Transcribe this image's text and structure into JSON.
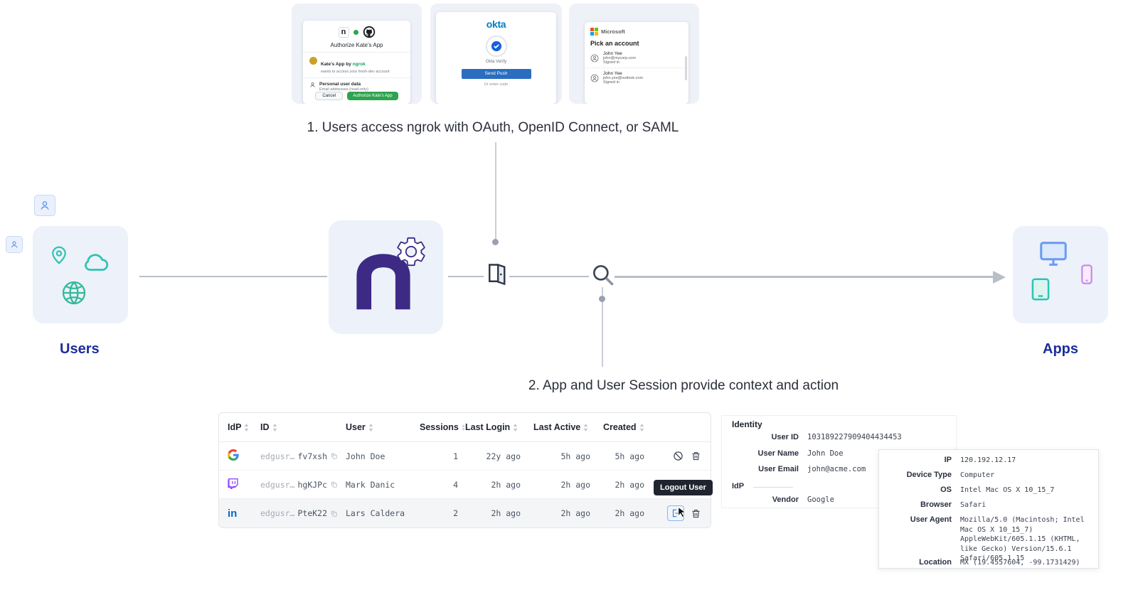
{
  "steps": {
    "step1": "1. Users access ngrok with OAuth, OpenID Connect, or SAML",
    "step2": "2. App and User Session provide context and action"
  },
  "flow": {
    "users_label": "Users",
    "apps_label": "Apps"
  },
  "screens": {
    "github": {
      "title": "Authorize Kate's App",
      "app_line_main": "Kate's App by",
      "app_line_vendor": "ngrok",
      "app_sub": "wants to access your fresh-dev account",
      "scope_title": "Personal user data",
      "scope_sub": "Email addresses (read-only)",
      "cancel_label": "Cancel",
      "authorize_label": "Authorize Kate's App",
      "n_glyph": "n"
    },
    "okta": {
      "brand": "okta",
      "verify_label": "Okta Verify",
      "button_label": "Send Push",
      "alt_link": "Or enter code"
    },
    "microsoft": {
      "brand": "Microsoft",
      "title": "Pick an account",
      "accounts": [
        {
          "name": "John Yee",
          "email": "john@mycorp.com",
          "status": "Signed in"
        },
        {
          "name": "John Yee",
          "email": "john.yee@outlook.com",
          "status": "Signed in"
        }
      ]
    }
  },
  "table": {
    "headers": [
      "IdP",
      "ID",
      "User",
      "Sessions",
      "Last Login",
      "Last Active",
      "Created"
    ],
    "rows": [
      {
        "idp": "Google",
        "id_prefix": "edgusr…",
        "id_suffix": "fv7xsh",
        "user": "John Doe",
        "sessions": "1",
        "last_login": "22y ago",
        "last_active": "5h ago",
        "created": "5h ago"
      },
      {
        "idp": "Twitch",
        "id_prefix": "edgusr…",
        "id_suffix": "hgKJPc",
        "user": "Mark Danic",
        "sessions": "4",
        "last_login": "2h ago",
        "last_active": "2h ago",
        "created": "2h ago"
      },
      {
        "idp": "LinkedIn",
        "id_prefix": "edgusr…",
        "id_suffix": "PteK22",
        "user": "Lars Caldera",
        "sessions": "2",
        "last_login": "2h ago",
        "last_active": "2h ago",
        "created": "2h ago"
      }
    ],
    "tooltip": "Logout User"
  },
  "identity_panel": {
    "title": "Identity",
    "fields": [
      {
        "label": "User ID",
        "value": "103189227909404434453"
      },
      {
        "label": "User Name",
        "value": "John Doe"
      },
      {
        "label": "User Email",
        "value": "john@acme.com"
      }
    ],
    "idp_label": "IdP",
    "vendor_label": "Vendor",
    "vendor_value": "Google"
  },
  "device_panel": {
    "fields": [
      {
        "label": "IP",
        "value": "120.192.12.17"
      },
      {
        "label": "Device Type",
        "value": "Computer"
      },
      {
        "label": "OS",
        "value": "Intel Mac OS X 10_15_7"
      },
      {
        "label": "Browser",
        "value": "Safari"
      },
      {
        "label": "User Agent",
        "value": "Mozilla/5.0 (Macintosh; Intel Mac OS X 10_15_7) AppleWebKit/605.1.15 (KHTML, like Gecko) Version/15.6.1 Safari/605.1.15"
      },
      {
        "label": "Location",
        "value": "MX (19.4557604, -99.1731429)"
      }
    ]
  },
  "colors": {
    "ngrok_purple": "#3C2A85",
    "label_blue": "#1C2E9C",
    "teal": "#2FC4B2",
    "flow_box_bg": "#EDF1FA",
    "tooltip_bg": "#20242E",
    "twitch_purple": "#9146FF",
    "linkedin_blue": "#0A66C2",
    "okta_blue": "#007DC1",
    "github_green": "#2DA44E"
  }
}
